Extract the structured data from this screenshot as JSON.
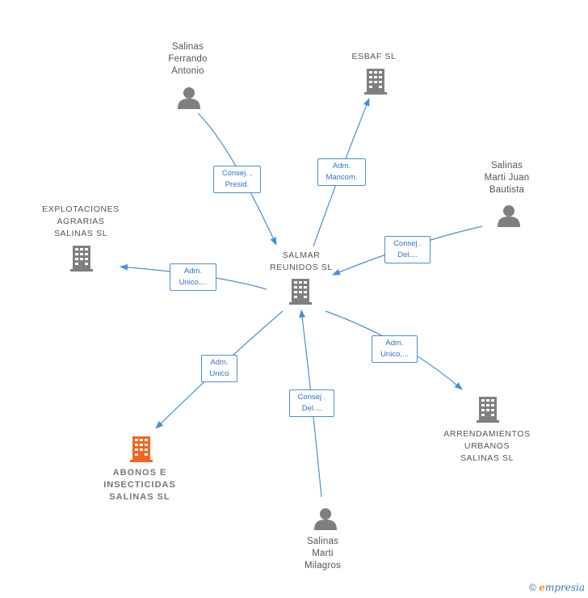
{
  "nodes": {
    "center": {
      "label": "SALMAR\nREUNIDOS  SL",
      "icon": "building-icon"
    },
    "salinas_ferrando": {
      "label": "Salinas\nFerrando\nAntonio",
      "icon": "person-icon"
    },
    "esbaf": {
      "label": "ESBAF SL",
      "icon": "building-icon"
    },
    "salinas_marti_juan": {
      "label": "Salinas\nMarti Juan\nBautista",
      "icon": "person-icon"
    },
    "explotaciones": {
      "label": "EXPLOTACIONES\nAGRARIAS\nSALINAS SL",
      "icon": "building-icon"
    },
    "arrendamientos": {
      "label": "ARRENDAMIENTOS\nURBANOS\nSALINAS SL",
      "icon": "building-icon"
    },
    "abonos": {
      "label": "ABONOS E\nINSECTICIDAS\nSALINAS SL",
      "icon": "building-icon"
    },
    "salinas_marti_milagros": {
      "label": "Salinas\nMarti\nMilagros",
      "icon": "person-icon"
    }
  },
  "edges": {
    "ferrando": "Consej. ,\nPresid.",
    "esbaf": "Adm.\nMancom.",
    "marti_juan": "Consej .\nDel....",
    "explotaciones": "Adm.\nUnico,...",
    "arrendamientos": "Adm.\nUnico,...",
    "abonos": "Adm.\nUnico",
    "milagros": "Consej .\nDel...."
  },
  "colors": {
    "edge": "#4a8fd6",
    "icon": "#7f7f7f",
    "highlight": "#f26522"
  },
  "footer": {
    "copyright": "©",
    "brand_initial": "e",
    "brand_rest": "mpresia"
  }
}
